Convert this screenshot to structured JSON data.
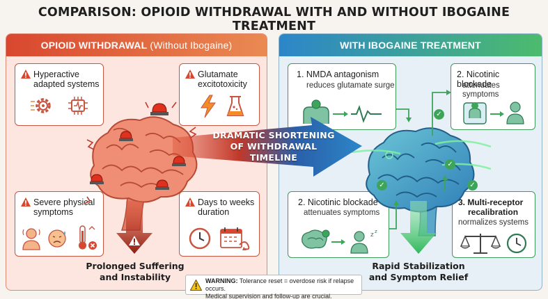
{
  "title": "COMPARISON: OPIOID WITHDRAWAL WITH AND WITHOUT IBOGAINE TREATMENT",
  "left_panel": {
    "header_main": "OPIOID WITHDRAWAL",
    "header_sub": "(Without Ibogaine)",
    "box_hyperactive": "Hyperactive adapted systems",
    "box_glutamate": "Glutamate excitotoxicity",
    "box_physical": "Severe physical symptoms",
    "box_duration": "Days to weeks duration",
    "outcome_line1": "Prolonged Suffering",
    "outcome_line2": "and Instability"
  },
  "center_banner": {
    "line1": "DRAMATIC SHORTENING",
    "line2": "OF WITHDRAWAL TIMELINE"
  },
  "right_panel": {
    "header": "WITH IBOGAINE TREATMENT",
    "box1_title": "1. NMDA antagonism",
    "box1_sub": "reduces glutamate surge",
    "box2a_title": "2. Nicotinic blockade",
    "box2a_sub": "attenuates symptoms",
    "box2b_title": "2. Nicotinic blockade",
    "box2b_sub": "attenuates symptoms",
    "box3_title_line1": "3. Multi-receptor",
    "box3_title_line2": "recalibration",
    "box3_sub": "normalizes systems",
    "outcome_line1": "Rapid Stabilization",
    "outcome_line2": "and Symptom Relief"
  },
  "warning": {
    "label": "WARNING:",
    "text1": "Tolerance reset = overdose risk if relapse occurs.",
    "text2": "Medical supervision and follow-up are crucial."
  },
  "colors": {
    "danger_red": "#d9472f",
    "safe_green": "#3da55a",
    "calm_blue": "#2c86c9"
  }
}
